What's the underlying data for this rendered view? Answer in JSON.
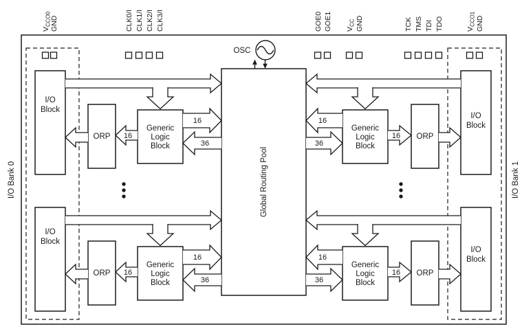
{
  "colors": {
    "line": "#1a1a1a",
    "background": "#ffffff"
  },
  "pins": {
    "vcco0": {
      "v": "V",
      "sub": "CCO0",
      "gnd": "GND"
    },
    "clk": [
      "CLK0/I",
      "CLK1/I",
      "CLK2/I",
      "CLK3/I"
    ],
    "goe": [
      "GOE0",
      "GOE1"
    ],
    "vcc": {
      "v": "V",
      "sub": "CC",
      "gnd": "GND"
    },
    "jtag": [
      "TCK",
      "TMS",
      "TDI",
      "TDO"
    ],
    "vcco1": {
      "v": "V",
      "sub": "CCO1",
      "gnd": "GND"
    }
  },
  "blocks": {
    "io": {
      "line1": "I/O",
      "line2": "Block"
    },
    "orp": "ORP",
    "glb": {
      "line1": "Generic",
      "line2": "Logic",
      "line3": "Block"
    },
    "grp": "Global Routing Pool",
    "osc": "OSC"
  },
  "banks": {
    "bank0": "I/O Bank 0",
    "bank1": "I/O Bank 1"
  },
  "bus": {
    "w16": "16",
    "w36": "36"
  }
}
